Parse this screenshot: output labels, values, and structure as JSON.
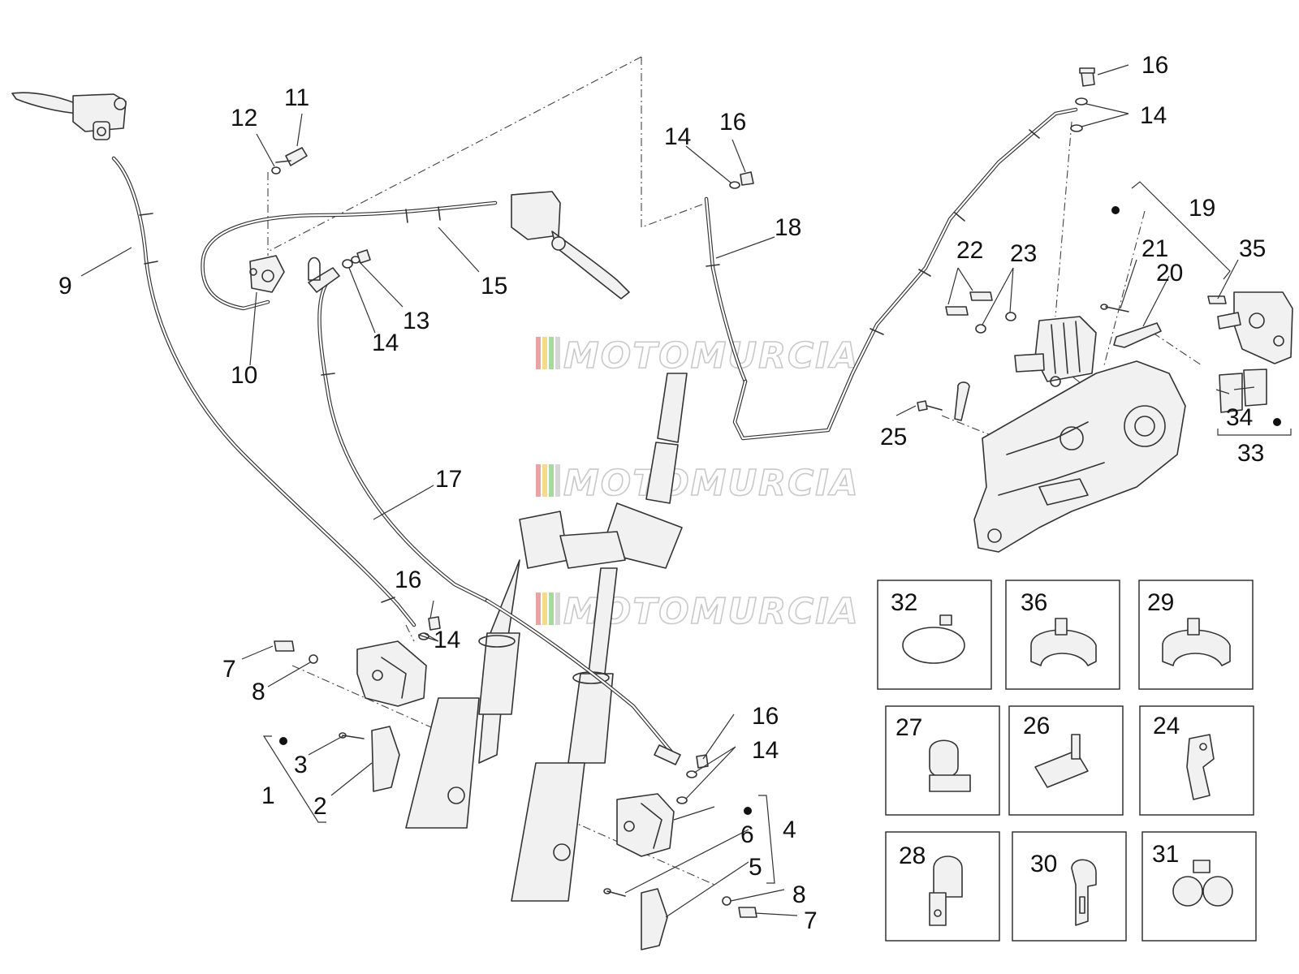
{
  "watermark": {
    "text": "MOTOMURCIA",
    "stripe_colors": [
      "#e8a4a4",
      "#f2dc8a",
      "#a8d8a0",
      "#d6d6d6"
    ]
  },
  "callouts": {
    "n1": "1",
    "n2": "2",
    "n3": "3",
    "n4": "4",
    "n5": "5",
    "n6": "6",
    "n7": "7",
    "n8": "8",
    "n9": "9",
    "n10": "10",
    "n11": "11",
    "n12": "12",
    "n13": "13",
    "n14": "14",
    "n15": "15",
    "n16": "16",
    "n17": "17",
    "n18": "18",
    "n19": "19",
    "n20": "20",
    "n21": "21",
    "n22": "22",
    "n23": "23",
    "n24": "24",
    "n25": "25",
    "n26": "26",
    "n27": "27",
    "n28": "28",
    "n29": "29",
    "n30": "30",
    "n31": "31",
    "n32": "32",
    "n33": "33",
    "n34": "34",
    "n35": "35",
    "n36": "36"
  },
  "inset_boxes": [
    "32",
    "36",
    "29",
    "27",
    "26",
    "24",
    "28",
    "30",
    "31"
  ]
}
